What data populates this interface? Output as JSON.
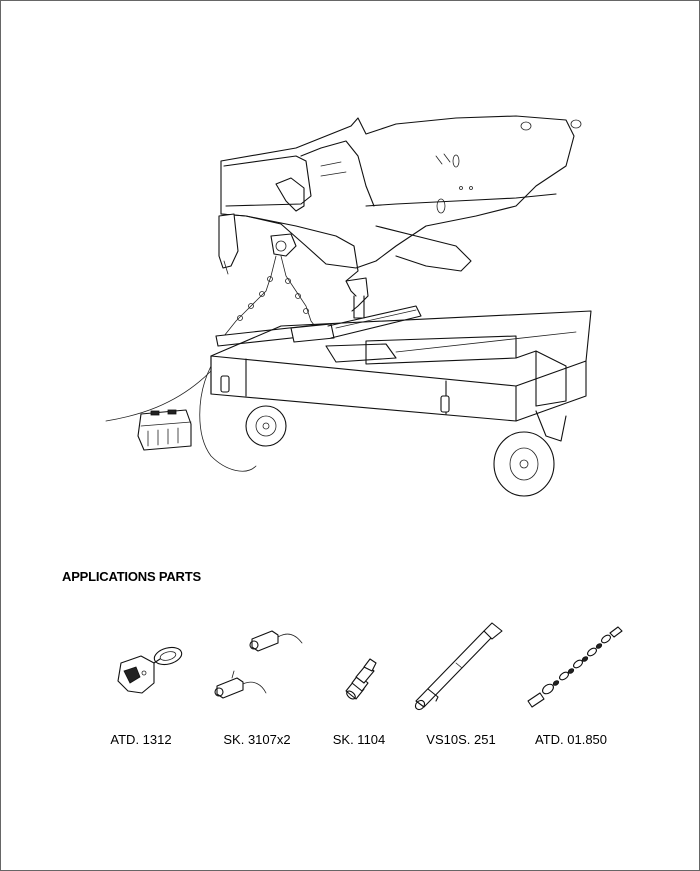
{
  "section_title": "APPLICATIONS PARTS",
  "parts": [
    {
      "code": "ATD. 1312",
      "icon": "hook-clamp-icon"
    },
    {
      "code": "SK. 3107x2",
      "icon": "clamp-pair-icon"
    },
    {
      "code": "SK. 1104",
      "icon": "coupler-icon"
    },
    {
      "code": "VS10S. 251",
      "icon": "hydraulic-ram-icon"
    },
    {
      "code": "ATD. 01.850",
      "icon": "chain-icon"
    }
  ]
}
